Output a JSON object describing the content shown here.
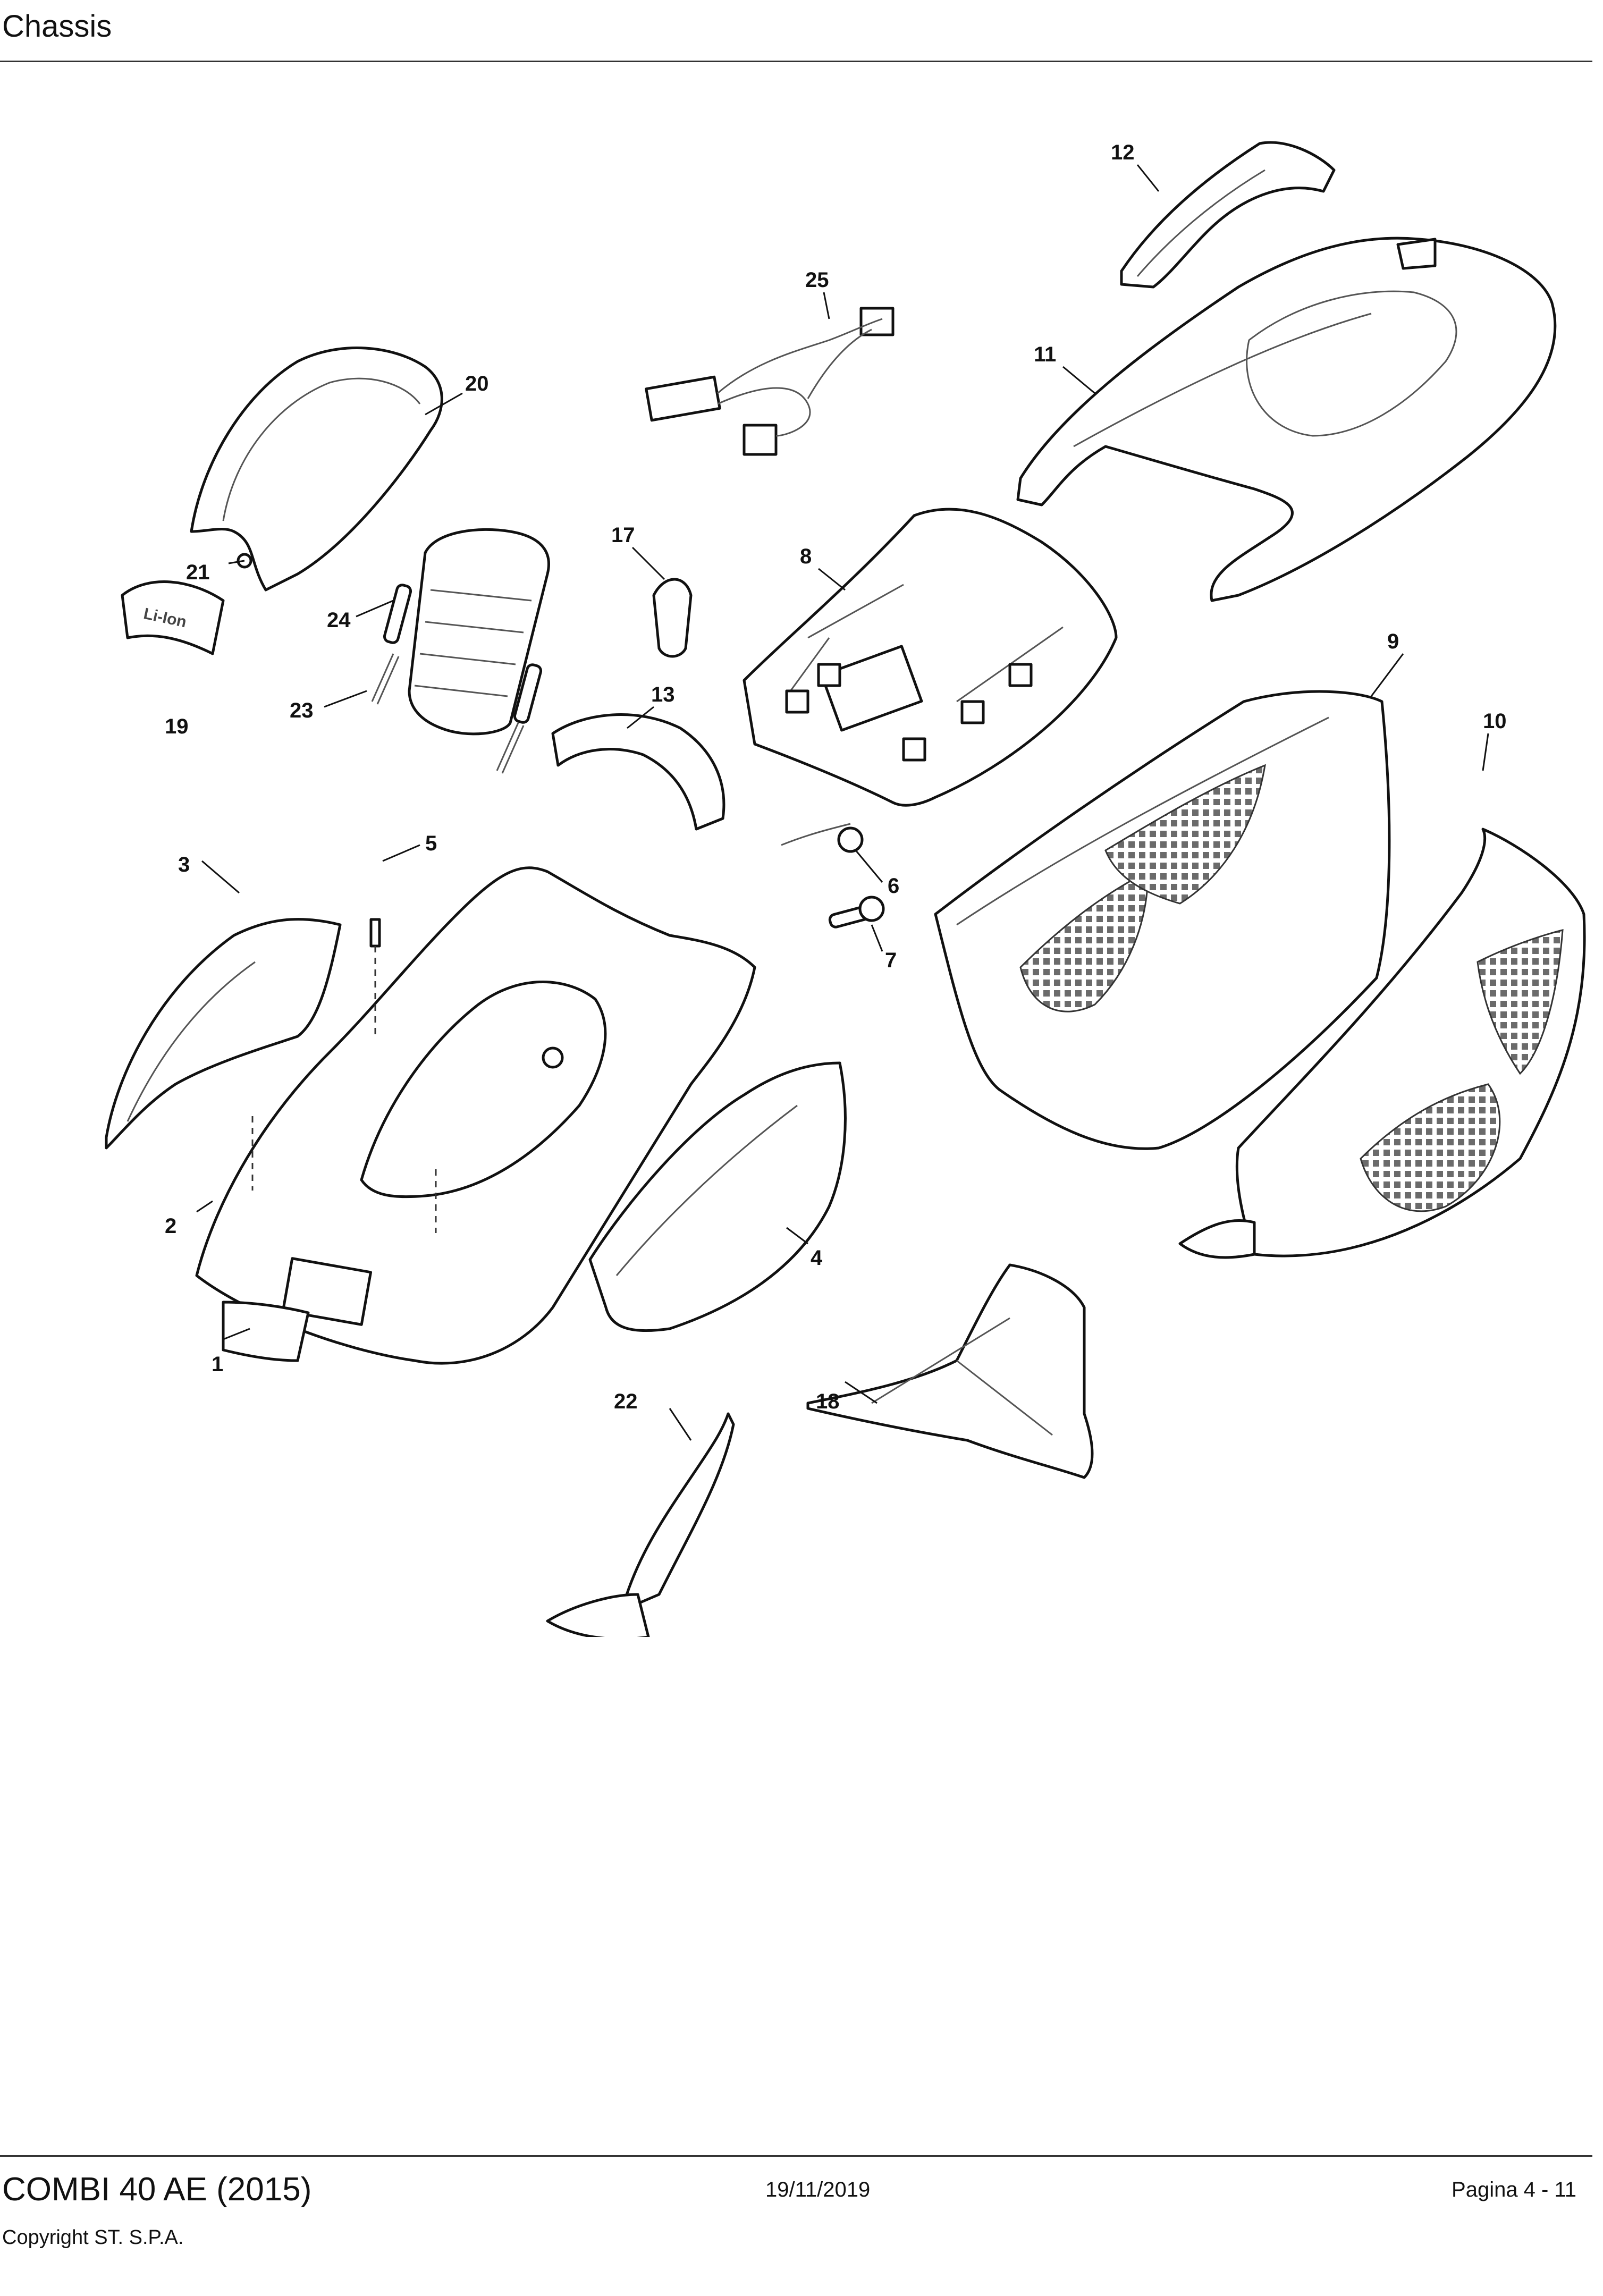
{
  "header": {
    "title": "Chassis"
  },
  "diagram": {
    "callouts": [
      {
        "id": "1",
        "label": "1"
      },
      {
        "id": "2",
        "label": "2"
      },
      {
        "id": "3",
        "label": "3"
      },
      {
        "id": "4",
        "label": "4"
      },
      {
        "id": "5",
        "label": "5"
      },
      {
        "id": "6",
        "label": "6"
      },
      {
        "id": "7",
        "label": "7"
      },
      {
        "id": "8",
        "label": "8"
      },
      {
        "id": "9",
        "label": "9"
      },
      {
        "id": "10",
        "label": "10"
      },
      {
        "id": "11",
        "label": "11"
      },
      {
        "id": "12",
        "label": "12"
      },
      {
        "id": "13",
        "label": "13"
      },
      {
        "id": "17",
        "label": "17"
      },
      {
        "id": "18",
        "label": "18"
      },
      {
        "id": "19",
        "label": "19"
      },
      {
        "id": "20",
        "label": "20"
      },
      {
        "id": "21",
        "label": "21"
      },
      {
        "id": "22",
        "label": "22"
      },
      {
        "id": "23",
        "label": "23"
      },
      {
        "id": "24",
        "label": "24"
      },
      {
        "id": "25",
        "label": "25"
      }
    ],
    "badge_text": "Li-Ion"
  },
  "footer": {
    "model": "COMBI 40 AE (2015)",
    "copyright": "Copyright ST. S.P.A.",
    "date": "19/11/2019",
    "page": "Pagina 4 - 11"
  }
}
